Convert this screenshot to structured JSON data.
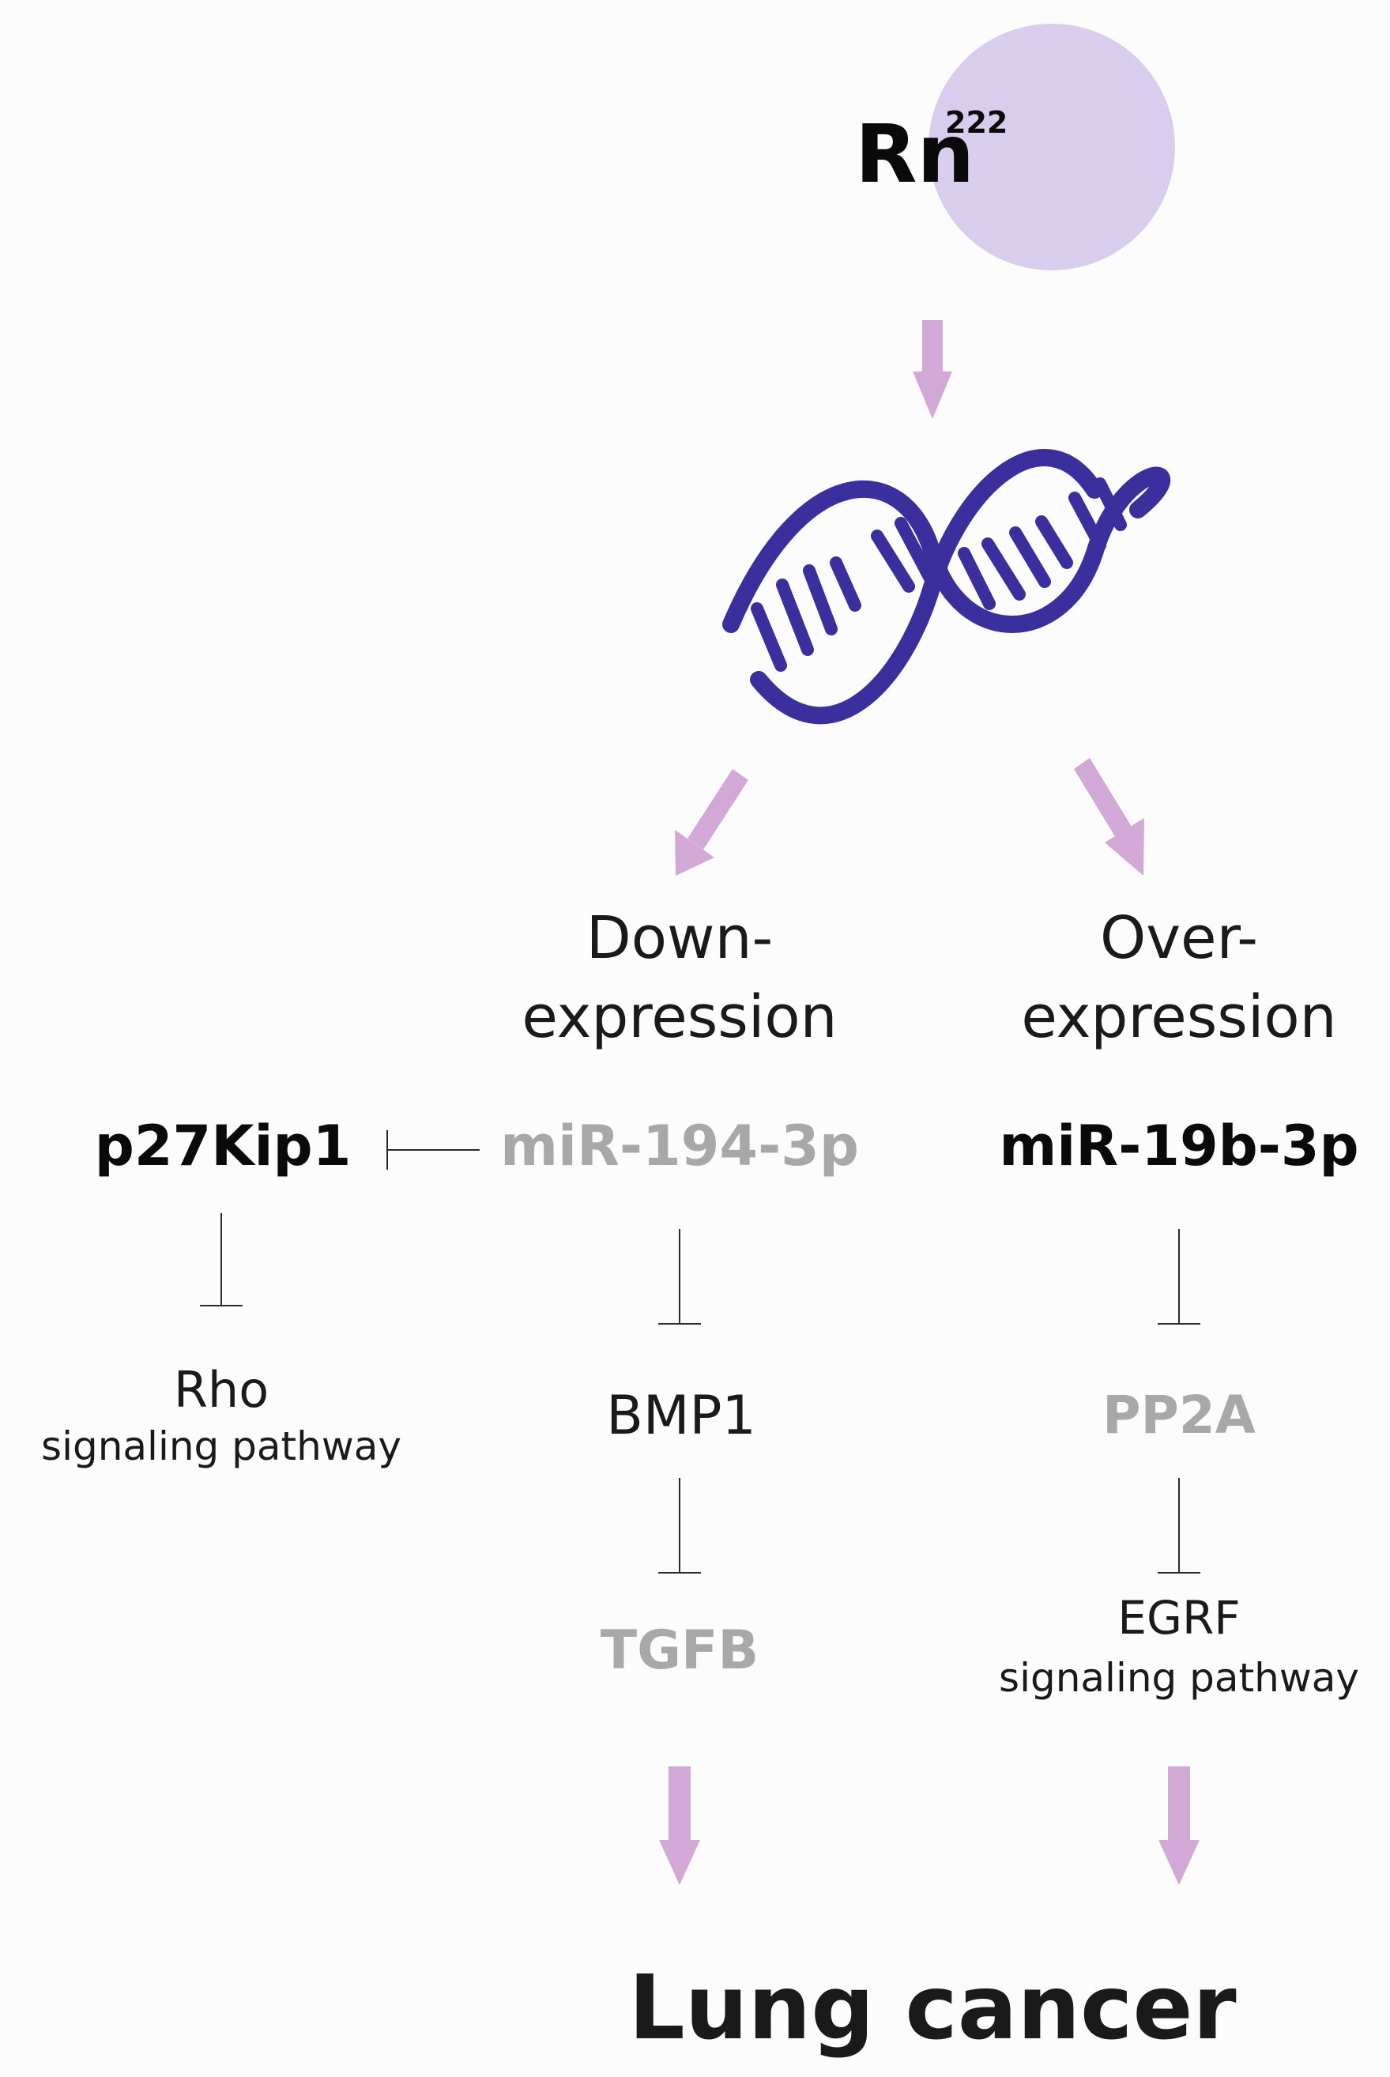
{
  "element": {
    "symbol": "Rn",
    "mass_number": "222"
  },
  "branches": {
    "down": {
      "line1": "Down-",
      "line2": "expression"
    },
    "over": {
      "line1": "Over-",
      "line2": "expression"
    }
  },
  "nodes": {
    "p27": "p27Kip1",
    "mir194": "miR-194-3p",
    "mir19b": "miR-19b-3p",
    "rho": "Rho",
    "rho_sub": "signaling pathway",
    "bmp1": "BMP1",
    "pp2a": "PP2A",
    "tgfb": "TGFB",
    "egrf": "EGRF",
    "egrf_sub": "signaling pathway"
  },
  "outcome": "Lung cancer",
  "colors": {
    "arrow": "#d2a8d6",
    "dna": "#3a2f9c",
    "element_circle": "#d9cdee",
    "downregulated_text": "#a8a8a8",
    "emphasis_text": "#0a0a0a"
  }
}
